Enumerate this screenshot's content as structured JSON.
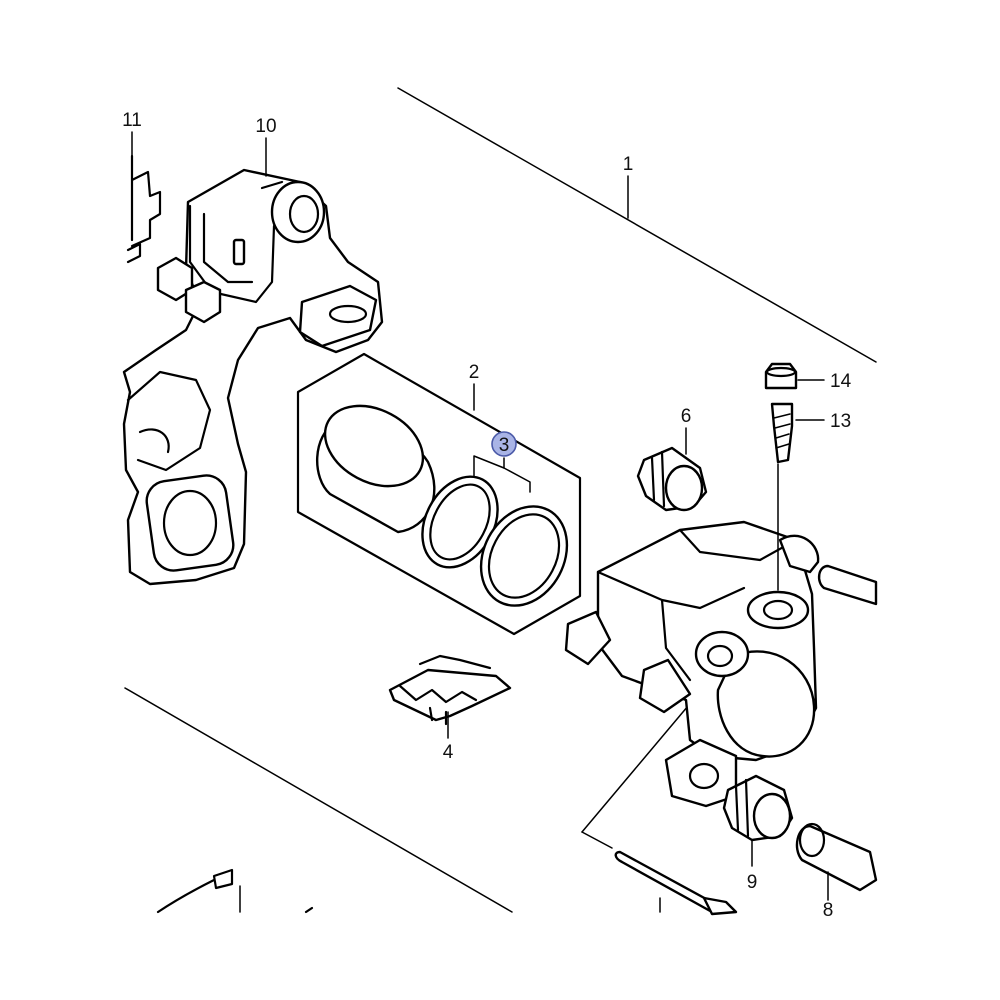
{
  "diagram": {
    "highlight_color": "#a9b4e6",
    "callouts": [
      {
        "id": "callout-1",
        "text": "1"
      },
      {
        "id": "callout-2",
        "text": "2"
      },
      {
        "id": "callout-3",
        "text": "3",
        "highlighted": true
      },
      {
        "id": "callout-4",
        "text": "4"
      },
      {
        "id": "callout-6",
        "text": "6"
      },
      {
        "id": "callout-8",
        "text": "8"
      },
      {
        "id": "callout-9",
        "text": "9"
      },
      {
        "id": "callout-10",
        "text": "10"
      },
      {
        "id": "callout-11",
        "text": "11"
      },
      {
        "id": "callout-13",
        "text": "13"
      },
      {
        "id": "callout-14",
        "text": "14"
      }
    ]
  }
}
